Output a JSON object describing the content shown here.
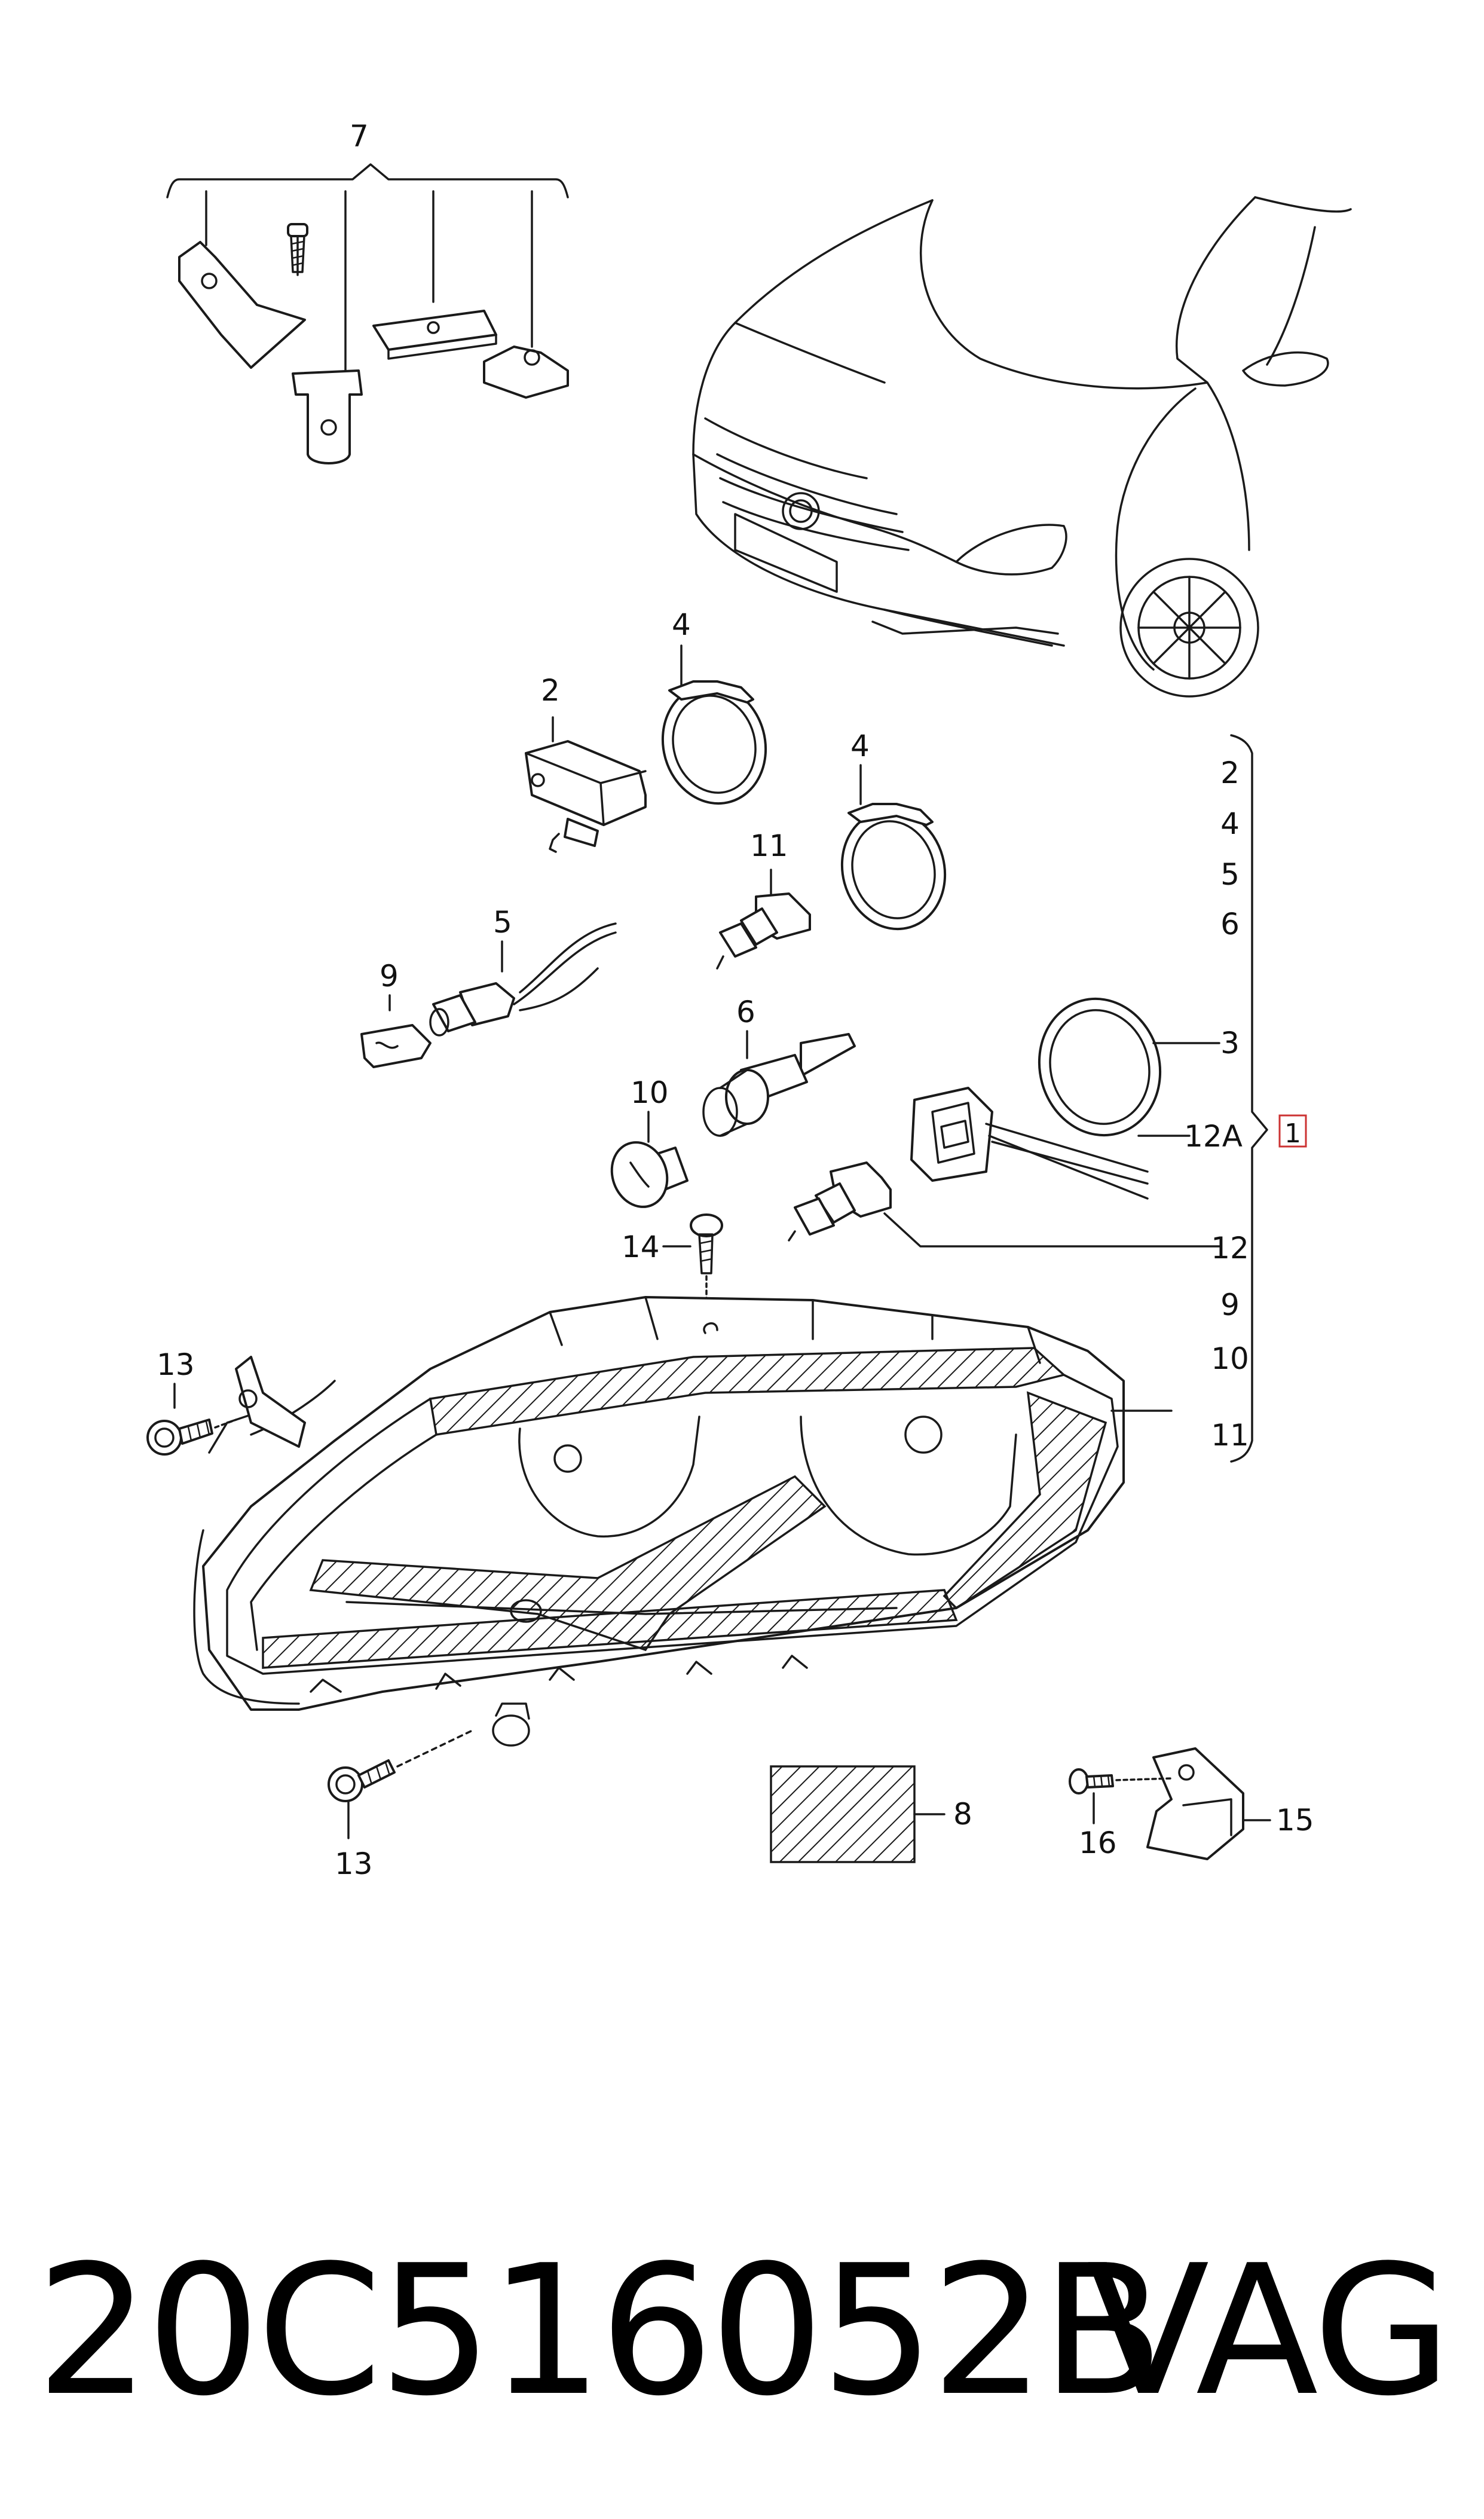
{
  "colors": {
    "line": "#1a1a1a",
    "highlight_box": "#cc3333",
    "background": "#ffffff"
  },
  "callouts": {
    "c7": "7",
    "c2": "2",
    "c4a": "4",
    "c4b": "4",
    "c11": "11",
    "c5": "5",
    "c9": "9",
    "c6": "6",
    "c10": "10",
    "c14": "14",
    "c13a": "13",
    "c13b": "13",
    "c8": "8",
    "c16": "16",
    "c15": "15"
  },
  "side_list": [
    "2",
    "4",
    "5",
    "6",
    "3",
    "12A",
    "12",
    "9",
    "10",
    "11"
  ],
  "assembly_ref": "1",
  "footer": {
    "part_number": "20C516052B",
    "brand": "VAG"
  }
}
